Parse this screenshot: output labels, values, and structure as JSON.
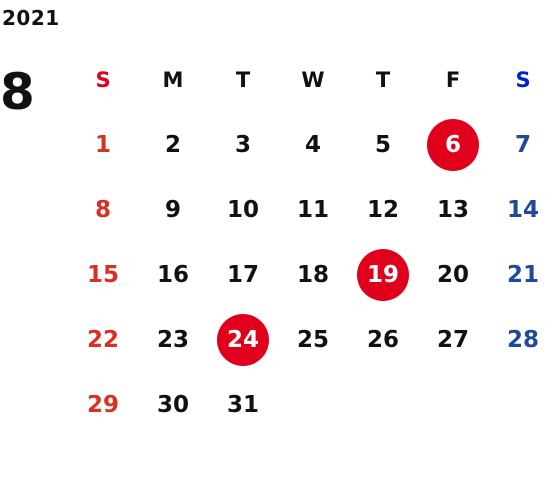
{
  "calendar": {
    "year": "2021",
    "month": "8",
    "weekdays": [
      "S",
      "M",
      "T",
      "W",
      "T",
      "F",
      "S"
    ],
    "weeks": [
      [
        "1",
        "2",
        "3",
        "4",
        "5",
        "6",
        "7"
      ],
      [
        "8",
        "9",
        "10",
        "11",
        "12",
        "13",
        "14"
      ],
      [
        "15",
        "16",
        "17",
        "18",
        "19",
        "20",
        "21"
      ],
      [
        "22",
        "23",
        "24",
        "25",
        "26",
        "27",
        "28"
      ],
      [
        "29",
        "30",
        "31",
        "",
        "",
        "",
        ""
      ]
    ],
    "highlighted_days": [
      "6",
      "19",
      "24"
    ]
  },
  "colors": {
    "text": "#111111",
    "sunday_header": "#e0001b",
    "saturday_header": "#0022cc",
    "sunday_date": "#d93025",
    "saturday_date": "#1f4a9c",
    "highlight_fill": "#e0001b",
    "highlight_text": "#ffffff"
  }
}
